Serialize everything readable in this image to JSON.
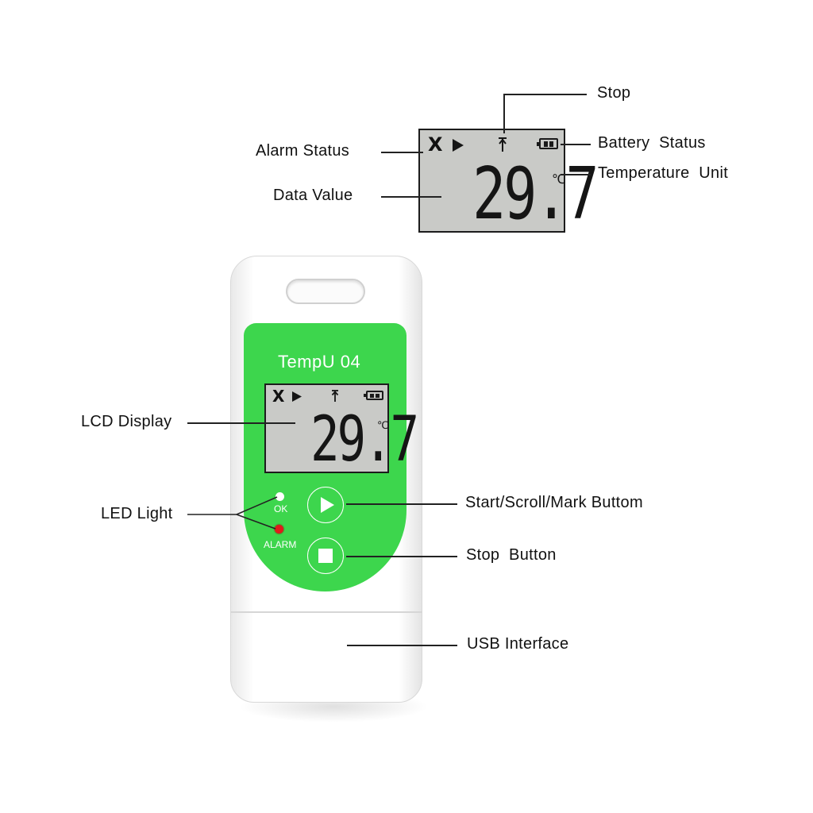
{
  "lcd": {
    "alarm_mark": "X",
    "value": "29.7",
    "unit": "℃"
  },
  "callouts": {
    "stop": "Stop",
    "alarm_status": "Alarm Status",
    "battery_status": "Battery  Status",
    "temperature_unit": "Temperature  Unit",
    "data_value": "Data Value",
    "lcd_display": "LCD Display",
    "led_light": "LED Light",
    "start_button": "Start/Scroll/Mark Buttom",
    "stop_button": "Stop  Button",
    "usb_interface": "USB Interface"
  },
  "device": {
    "brand": "TempU 04",
    "led_ok": "OK",
    "led_alarm": "ALARM"
  },
  "colors": {
    "panel": "#3dd64d",
    "lcd": "#c9cac7",
    "led_ok": "#ffffff",
    "led_alarm": "#e01b1b"
  },
  "icons": {
    "play": "play-icon",
    "stop": "stop-icon",
    "battery": "battery-icon",
    "stop_status": "stop-status-icon"
  }
}
